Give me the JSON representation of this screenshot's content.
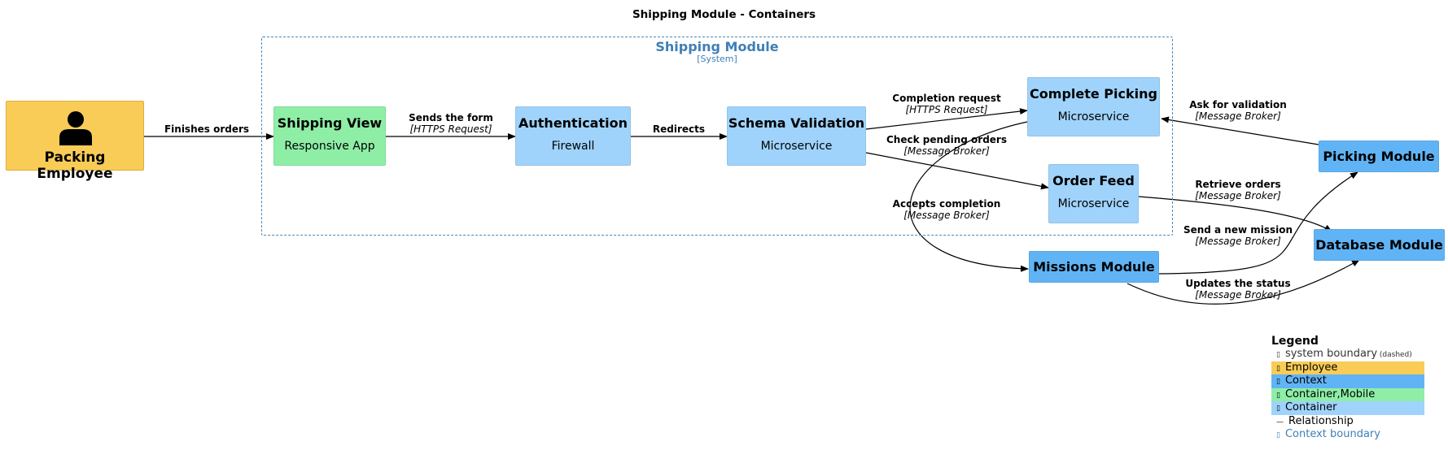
{
  "title": "Shipping Module - Containers",
  "boundary": {
    "name": "Shipping Module",
    "type": "[System]"
  },
  "nodes": {
    "packing_employee": {
      "name": "Packing Employee"
    },
    "shipping_view": {
      "name": "Shipping View",
      "tech": "Responsive App"
    },
    "authentication": {
      "name": "Authentication",
      "tech": "Firewall"
    },
    "schema_validation": {
      "name": "Schema Validation",
      "tech": "Microservice"
    },
    "complete_picking": {
      "name": "Complete Picking",
      "tech": "Microservice"
    },
    "order_feed": {
      "name": "Order Feed",
      "tech": "Microservice"
    },
    "missions_module": {
      "name": "Missions Module"
    },
    "picking_module": {
      "name": "Picking Module"
    },
    "database_module": {
      "name": "Database Module"
    }
  },
  "relations": {
    "finishes_orders": {
      "label": "Finishes orders"
    },
    "sends_form": {
      "label": "Sends the form",
      "tech": "[HTTPS Request]"
    },
    "redirects": {
      "label": "Redirects"
    },
    "completion_request": {
      "label": "Completion request",
      "tech": "[HTTPS Request]"
    },
    "check_pending": {
      "label": "Check pending orders",
      "tech": "[Message Broker]"
    },
    "accepts_completion": {
      "label": "Accepts completion",
      "tech": "[Message Broker]"
    },
    "ask_validation": {
      "label": "Ask for validation",
      "tech": "[Message Broker]"
    },
    "retrieve_orders": {
      "label": "Retrieve orders",
      "tech": "[Message Broker]"
    },
    "send_mission": {
      "label": "Send a new mission",
      "tech": "[Message Broker]"
    },
    "updates_status": {
      "label": "Updates the status",
      "tech": "[Message Broker]"
    }
  },
  "legend": {
    "title": "Legend",
    "items": [
      {
        "glyph": "▯",
        "label": "system boundary",
        "note": "(dashed)",
        "color": "",
        "text_color": "#333333"
      },
      {
        "glyph": "▯",
        "label": "Employee",
        "note": "",
        "color": "#f9cc57",
        "text_color": "#000000"
      },
      {
        "glyph": "▯",
        "label": "Context",
        "note": "",
        "color": "#60b4f5",
        "text_color": "#000000"
      },
      {
        "glyph": "▯",
        "label": "Container,Mobile",
        "note": "",
        "color": "#8eeea6",
        "text_color": "#000000"
      },
      {
        "glyph": "▯",
        "label": "Container",
        "note": "",
        "color": "#9fd3fb",
        "text_color": "#000000"
      },
      {
        "glyph": "—",
        "label": "Relationship",
        "note": "",
        "color": "",
        "text_color": "#000000"
      },
      {
        "glyph": "▯",
        "label": "Context boundary",
        "note": "",
        "color": "",
        "text_color": "#3f7fb5"
      }
    ]
  }
}
